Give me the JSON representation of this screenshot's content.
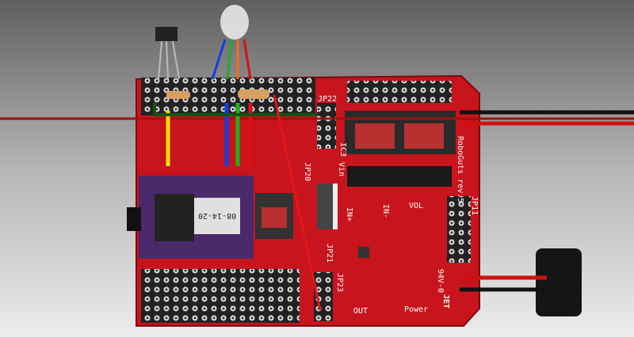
{
  "board": {
    "name": "RoboGuts rev.5",
    "chip_date": "08-14-20",
    "labels": {
      "jp22": "JP22",
      "ic3": "IC3",
      "jp20": "JP20",
      "vin": "Vin",
      "jp21": "JP21",
      "jp23": "JP23",
      "jp11": "JP11",
      "vol": "VOL",
      "in_plus": "IN+",
      "in_minus": "IN-",
      "out": "OUT",
      "power": "Power",
      "jet": "JET",
      "rating": "94V-0"
    }
  },
  "colors": {
    "pcb": "#c8141c",
    "background_top": "#6e6e6e",
    "background_bottom": "#e8e8e8",
    "chip": "#4a2a6a"
  }
}
